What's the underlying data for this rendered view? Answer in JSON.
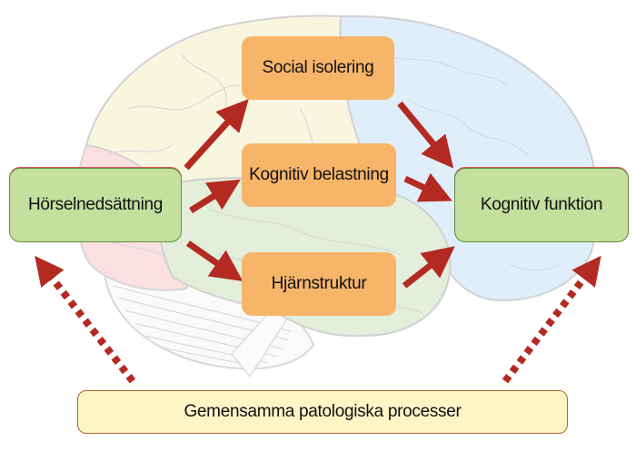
{
  "diagram": {
    "nodes": {
      "source": {
        "label": "Hörselnedsättning",
        "color": "#c5df9f"
      },
      "mediator_1": {
        "label": "Social isolering",
        "color": "#f7b56a"
      },
      "mediator_2": {
        "label": "Kognitiv belastning",
        "color": "#f7b56a"
      },
      "mediator_3": {
        "label": "Hjärnstruktur",
        "color": "#f7b56a"
      },
      "outcome": {
        "label": "Kognitiv funktion",
        "color": "#c5df9f"
      },
      "common_cause": {
        "label": "Gemensamma patologiska processer",
        "color": "#fdf5c6"
      }
    },
    "edges": [
      {
        "from": "source",
        "to": "mediator_1",
        "style": "solid"
      },
      {
        "from": "source",
        "to": "mediator_2",
        "style": "solid"
      },
      {
        "from": "source",
        "to": "mediator_3",
        "style": "solid"
      },
      {
        "from": "mediator_1",
        "to": "outcome",
        "style": "solid"
      },
      {
        "from": "mediator_2",
        "to": "outcome",
        "style": "solid"
      },
      {
        "from": "mediator_3",
        "to": "outcome",
        "style": "solid"
      },
      {
        "from": "common_cause",
        "to": "source",
        "style": "dotted"
      },
      {
        "from": "common_cause",
        "to": "outcome",
        "style": "dotted"
      }
    ],
    "arrow_color": "#b22a22",
    "background_image": "brain-illustration"
  }
}
